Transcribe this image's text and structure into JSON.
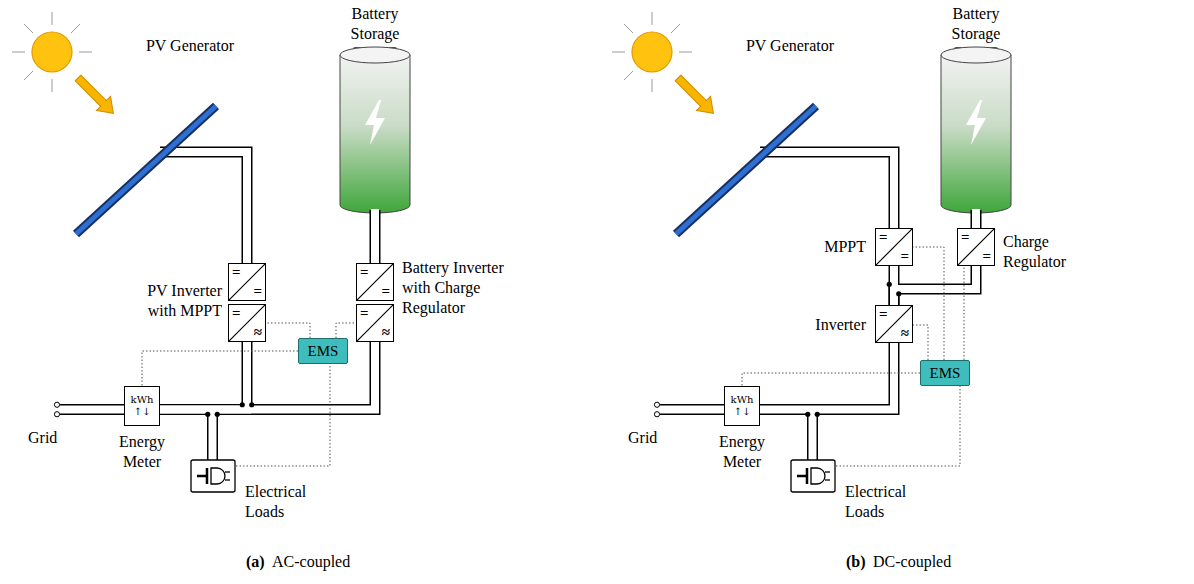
{
  "diagram": {
    "nodes": [
      {
        "text": [
          "=",
          "="
        ]
      },
      {
        "text": [
          "=",
          "≈"
        ]
      },
      {
        "text": [
          "=",
          "="
        ]
      },
      {
        "text": [
          "=",
          "≈"
        ]
      },
      {
        "text": [
          "EMS"
        ]
      },
      {
        "text": [
          "kWh",
          "↑↓"
        ]
      },
      {
        "text": [
          "=",
          "="
        ]
      },
      {
        "text": [
          "=",
          "="
        ]
      },
      {
        "text": [
          "=",
          "≈"
        ]
      },
      {
        "text": [
          "EMS"
        ]
      },
      {
        "text": [
          "kWh",
          "↑↓"
        ]
      }
    ],
    "edges": [
      {
        "from": 1,
        "to": 5,
        "arrow": "none"
      },
      {
        "from": 3,
        "to": 5,
        "arrow": "none"
      },
      {
        "from": 4,
        "to": 1,
        "arrow": "none"
      },
      {
        "from": 4,
        "to": 3,
        "arrow": "none"
      },
      {
        "from": 4,
        "to": 5,
        "arrow": "none"
      },
      {
        "from": 6,
        "to": 8,
        "arrow": "none"
      },
      {
        "from": 7,
        "to": 8,
        "arrow": "none"
      },
      {
        "from": 8,
        "to": 10,
        "arrow": "none"
      },
      {
        "from": 9,
        "to": 6,
        "arrow": "none"
      },
      {
        "from": 9,
        "to": 7,
        "arrow": "none"
      },
      {
        "from": 9,
        "to": 8,
        "arrow": "none"
      },
      {
        "from": 9,
        "to": 10,
        "arrow": "none"
      }
    ],
    "labels": [
      "PV Generator",
      "Battery Storage",
      "PV Inverter with MPPT",
      "Battery Inverter with Charge Regulator",
      "Grid",
      "Energy Meter",
      "Electrical Loads",
      "(a)",
      "AC-coupled",
      "PV Generator",
      "Battery Storage",
      "MPPT",
      "Charge Regulator",
      "Inverter",
      "Grid",
      "Energy Meter",
      "Electrical Loads",
      "(b)",
      "DC-coupled"
    ]
  }
}
